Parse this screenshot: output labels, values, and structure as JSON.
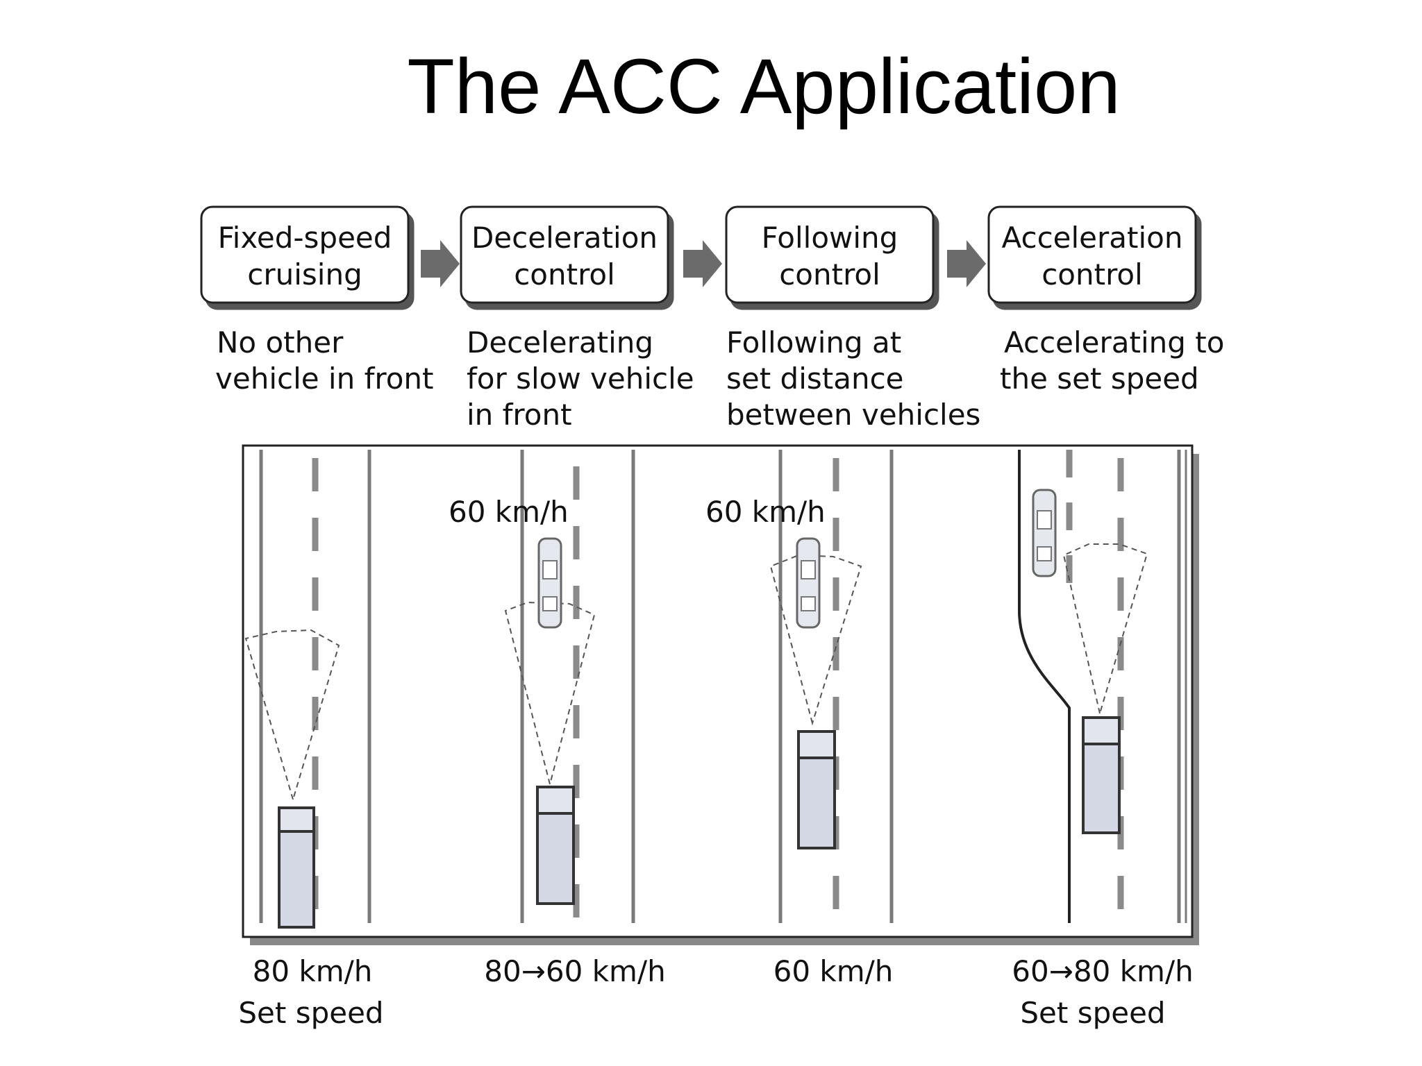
{
  "title": "The ACC Application",
  "stages": [
    {
      "box_lines": [
        "Fixed-speed",
        "cruising"
      ],
      "desc_lines": [
        "No other",
        "vehicle in front"
      ],
      "top_speed": "",
      "bottom_lines": [
        "80 km/h",
        "Set speed"
      ]
    },
    {
      "box_lines": [
        "Deceleration",
        "control"
      ],
      "desc_lines": [
        "Decelerating",
        "for slow vehicle",
        "in front"
      ],
      "top_speed": "60 km/h",
      "bottom_lines": [
        "80→60 km/h"
      ]
    },
    {
      "box_lines": [
        "Following",
        "control"
      ],
      "desc_lines": [
        "Following at",
        "set distance",
        "between vehicles"
      ],
      "top_speed": "60 km/h",
      "bottom_lines": [
        "60 km/h"
      ]
    },
    {
      "box_lines": [
        "Acceleration",
        "control"
      ],
      "desc_lines": [
        "Accelerating to",
        "the set speed"
      ],
      "top_speed": "",
      "bottom_lines": [
        "60→80 km/h",
        "Set speed"
      ]
    }
  ],
  "colors": {
    "box_border": "#222222",
    "box_shadow": "#555555",
    "arrow": "#6b6b6b",
    "vehicle_fill": "#d4d8e4",
    "lane_line": "#7a7a7a"
  }
}
